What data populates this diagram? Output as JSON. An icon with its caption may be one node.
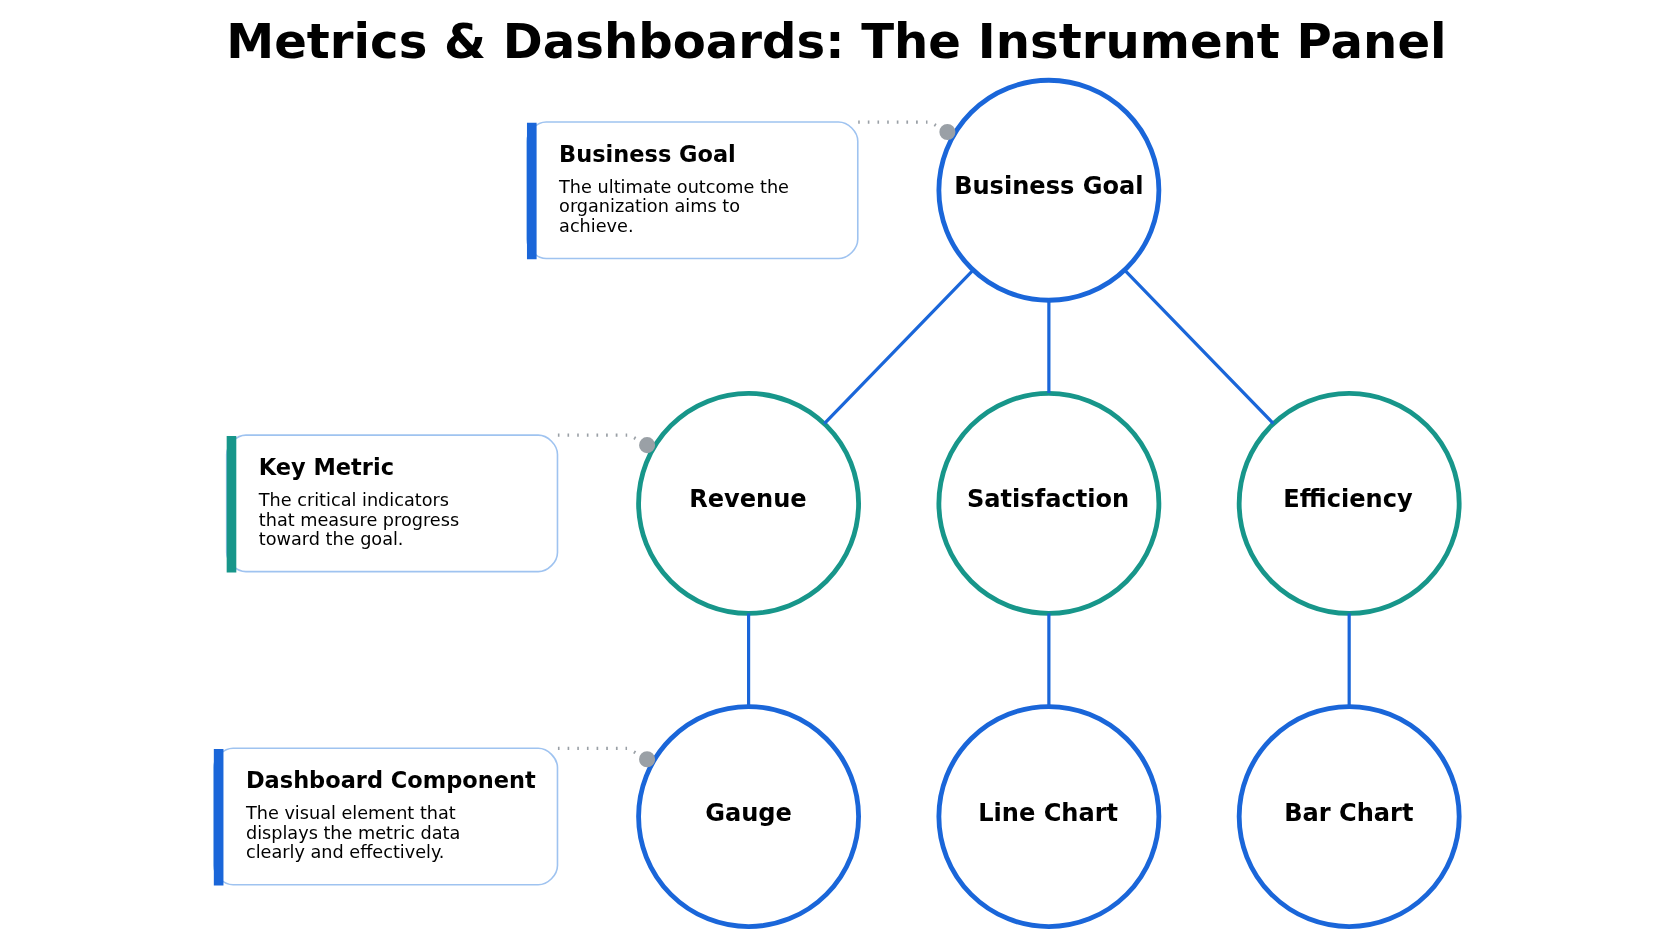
{
  "diagram": {
    "title": "Metrics & Dashboards: The Instrument Panel",
    "nodes": [
      {
        "text": [
          "Business Goal",
          "The ultimate outcome the organization aims to achieve."
        ]
      },
      {
        "text": [
          "Business Goal"
        ]
      },
      {
        "text": [
          "Key Metric",
          "The critical indicators that measure progress toward the goal."
        ]
      },
      {
        "text": [
          "Revenue"
        ]
      },
      {
        "text": [
          "Satisfaction"
        ]
      },
      {
        "text": [
          "Efficiency"
        ]
      },
      {
        "text": [
          "Dashboard Component",
          "The visual element that displays the metric data clearly and effectively."
        ]
      },
      {
        "text": [
          "Gauge"
        ]
      },
      {
        "text": [
          "Line Chart"
        ]
      },
      {
        "text": [
          "Bar Chart"
        ]
      }
    ],
    "edges": [
      {
        "from": 0,
        "to": 1,
        "arrow": "other",
        "style": "dashed",
        "color": "#9aa0a6"
      },
      {
        "from": 1,
        "to": 3,
        "arrow": "none"
      },
      {
        "from": 1,
        "to": 4,
        "arrow": "none"
      },
      {
        "from": 1,
        "to": 5,
        "arrow": "none"
      },
      {
        "from": 2,
        "to": 3,
        "arrow": "other",
        "style": "dashed",
        "color": "#9aa0a6"
      },
      {
        "from": 3,
        "to": 7,
        "arrow": "none"
      },
      {
        "from": 4,
        "to": 8,
        "arrow": "none"
      },
      {
        "from": 5,
        "to": 9,
        "arrow": "none"
      },
      {
        "from": 6,
        "to": 7,
        "arrow": "other",
        "style": "dashed",
        "color": "#9aa0a6"
      }
    ]
  }
}
